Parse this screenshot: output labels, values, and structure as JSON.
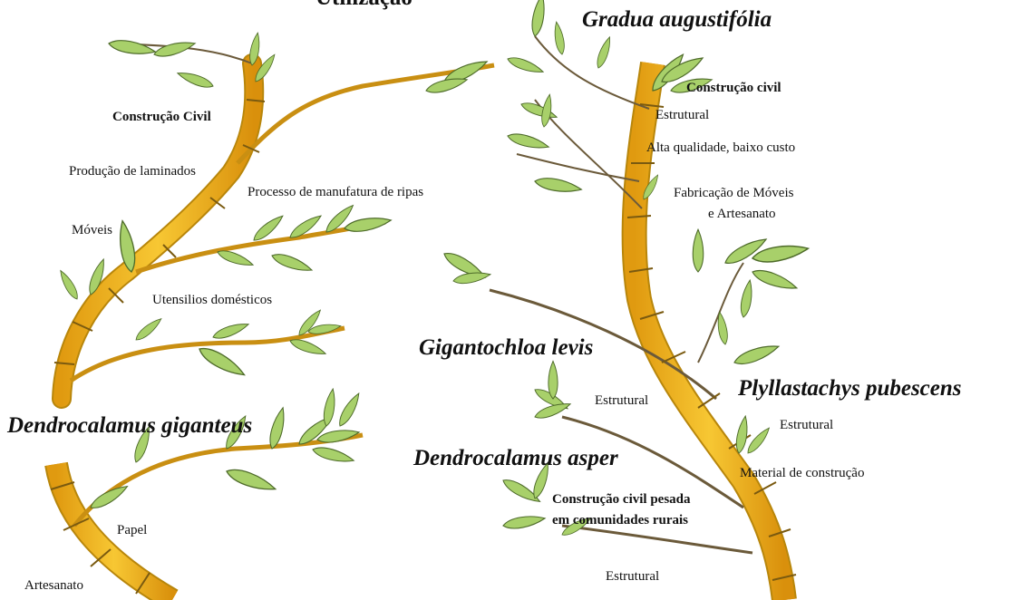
{
  "title_partial": "Utilização",
  "species": {
    "gradua": "Gradua augustifólia",
    "gigantochloa": "Gigantochloa levis",
    "plyllastachys": "Plyllastachys pubescens",
    "dendro_giganteus": "Dendrocalamus giganteus",
    "dendro_asper": "Dendrocalamus asper"
  },
  "uses": {
    "construcao_civil_left": "Construção Civil",
    "laminados": "Produção de laminados",
    "ripas": "Processo de manufatura de ripas",
    "moveis": "Móveis",
    "utensilios": "Utensilios domésticos",
    "papel": "Papel",
    "artesanato": "Artesanato",
    "construcao_civil_right": "Construção civil",
    "estrutural_gradua": "Estrutural",
    "alta_qualidade": "Alta qualidade, baixo custo",
    "fabricacao_1": "Fabricação de Móveis",
    "fabricacao_2": "e Artesanato",
    "estrutural_giganto": "Estrutural",
    "estrutural_plyll": "Estrutural",
    "material_construcao": "Material de construção",
    "pesada_1": "Construção civil pesada",
    "pesada_2": "em comunidades rurais",
    "estrutural_asper": "Estrutural"
  },
  "colors": {
    "culm": "#f2b81a",
    "culm_edge": "#b8860b",
    "leaf": "#a8d06a",
    "leaf_edge": "#4e6b2a",
    "branch": "#6b5a3a"
  }
}
